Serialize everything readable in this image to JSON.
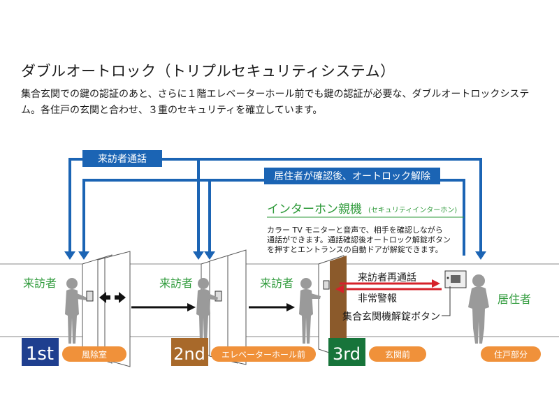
{
  "title": "ダブルオートロック（トリプルセキュリティシステム）",
  "description": "集合玄関での鍵の認証のあと、さらに１階エレベーターホール前でも鍵の認証が必要な、ダブルオートロックシステム。各住戸の玄関と合わせ、３重のセキュリティを確立しています。",
  "diagram": {
    "label_visitor_call": "来訪者通話",
    "label_auto_unlock": "居住者が確認後、オートロック解除",
    "intercom_title": "インターホン親機",
    "intercom_subtitle": "(セキュリティインターホン)",
    "intercom_desc_1": "カラー TV モニターと音声で、相手を確認しながら",
    "intercom_desc_2": "通話ができます。通話確認後オートロック解錠ボタン",
    "intercom_desc_3": "を押すとエントランスの自動ドアが解錠できます。",
    "visitor_1": "来訪者",
    "visitor_2": "来訪者",
    "visitor_3": "来訪者",
    "resident": "居住者",
    "recall": "来訪者再通話",
    "emergency": "非常警報",
    "unlock_button": "集合玄関機解錠ボタン",
    "stages": [
      {
        "badge": "1st",
        "label": "風除室",
        "badge_color": "#1f3f8f"
      },
      {
        "badge": "2nd",
        "label": "エレベーターホール前",
        "badge_color": "#a8692a"
      },
      {
        "badge": "3rd",
        "label": "玄関前",
        "badge_color": "#17743a"
      },
      {
        "badge": "",
        "label": "住戸部分",
        "badge_color": ""
      }
    ],
    "colors": {
      "blue_line": "#1b64b4",
      "green_text": "#2e9a3a",
      "orange_pill": "#f0913a",
      "red_arrow": "#d6212a",
      "figure_gray": "#9a9a9a",
      "door_brown": "#8b5a2b"
    }
  }
}
